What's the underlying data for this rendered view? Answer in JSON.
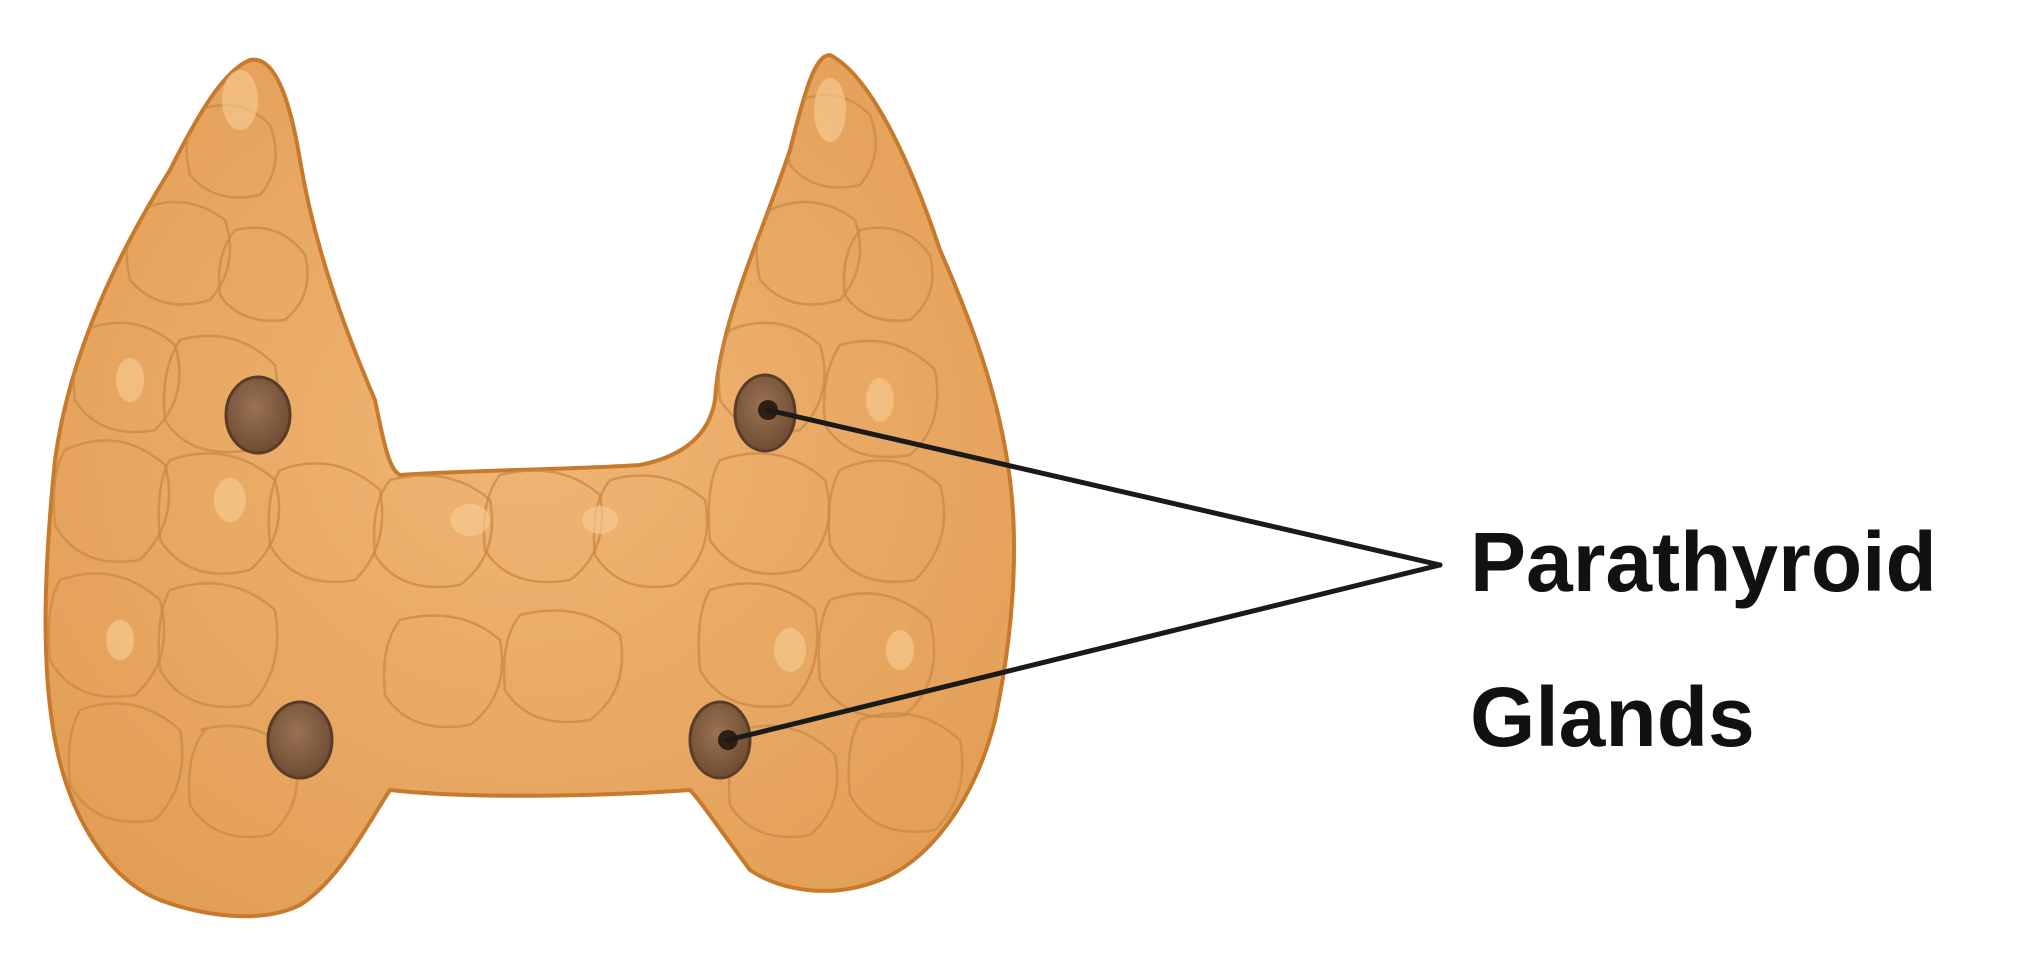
{
  "label": {
    "line1": "Parathyroid",
    "line2": "Glands"
  },
  "colors": {
    "gland_fill": "#E8A862",
    "gland_outline": "#C87A2C",
    "gland_highlight": "#F7CB92",
    "gland_shadow": "#D48F48",
    "parathyroid_fill": "#8A6346",
    "parathyroid_dark": "#4A3020",
    "leader_line": "#1A1A1A",
    "label_text": "#111111"
  },
  "illustration": {
    "organ": "thyroid-gland",
    "parathyroid_count": 4,
    "labeled_parathyroids": 2
  }
}
